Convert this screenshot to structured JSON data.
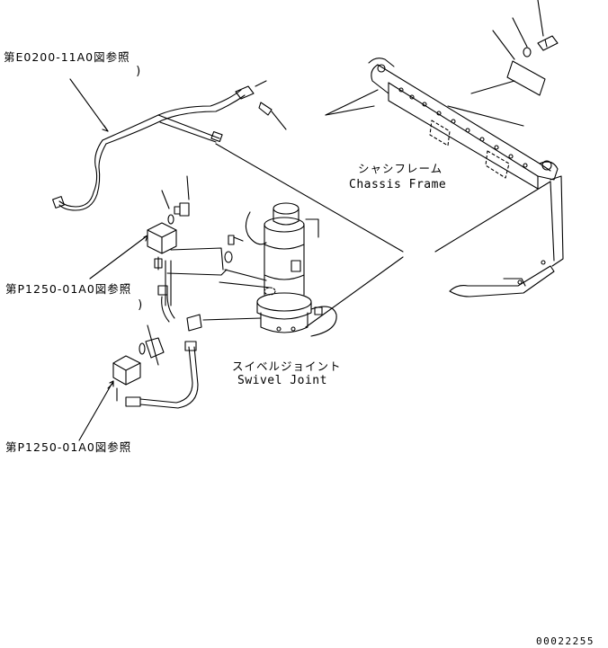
{
  "labels": {
    "ref_e0200": "第E0200-11A0図参照",
    "ref_e0200_paren": ")",
    "ref_p1250_a": "第P1250-01A0図参照",
    "ref_p1250_a_paren": ")",
    "ref_p1250_b": "第P1250-01A0図参照",
    "chassis_jp": "シャシフレーム",
    "chassis_en": "Chassis Frame",
    "swivel_jp": "スイベルジョイント",
    "swivel_en": "Swivel Joint",
    "drawing_number": "00022255"
  }
}
